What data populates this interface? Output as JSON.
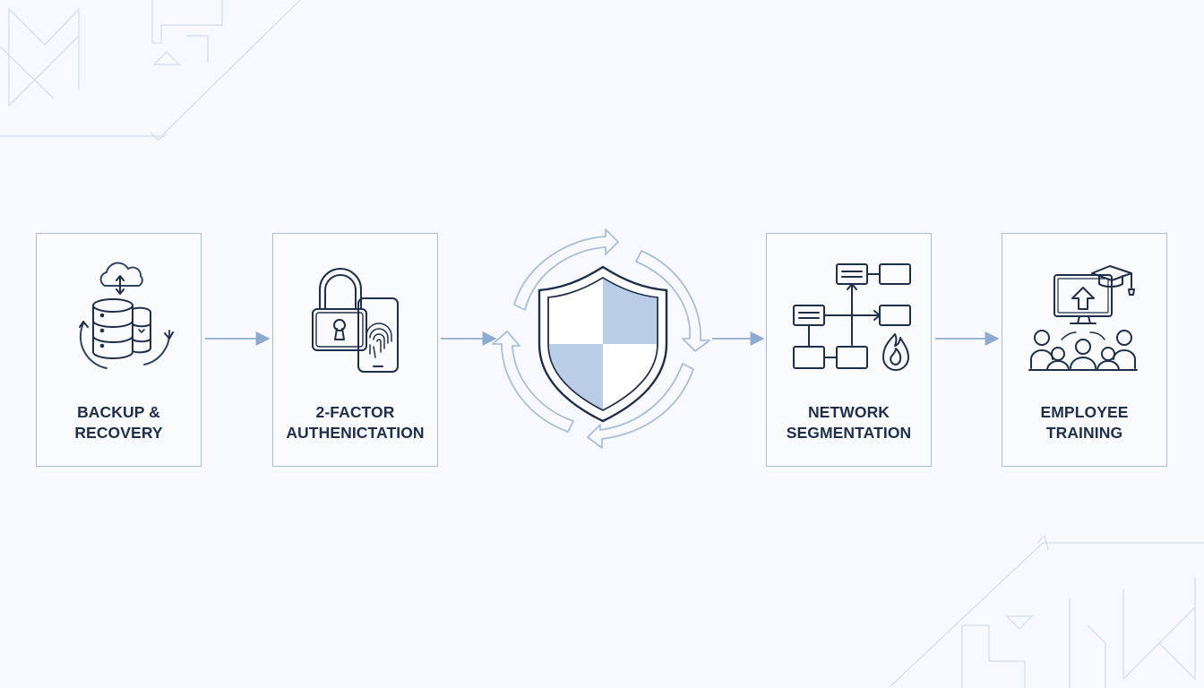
{
  "steps": [
    {
      "line1": "BACKUP &",
      "line2": "RECOVERY",
      "icon": "database-cloud-sync-icon"
    },
    {
      "line1": "2-FACTOR",
      "line2": "AUTHENICTATION",
      "icon": "padlock-fingerprint-icon"
    },
    {
      "line1": "NETWORK",
      "line2": "SEGMENTATION",
      "icon": "network-firewall-icon"
    },
    {
      "line1": "EMPLOYEE",
      "line2": "TRAINING",
      "icon": "training-group-icon"
    }
  ],
  "hub": {
    "icon": "shield-cycle-icon"
  },
  "colors": {
    "ink": "#1e2f4b",
    "border": "#a9bdd4",
    "accent": "#9cb6d8",
    "shield_fill": "#b9cde6"
  }
}
